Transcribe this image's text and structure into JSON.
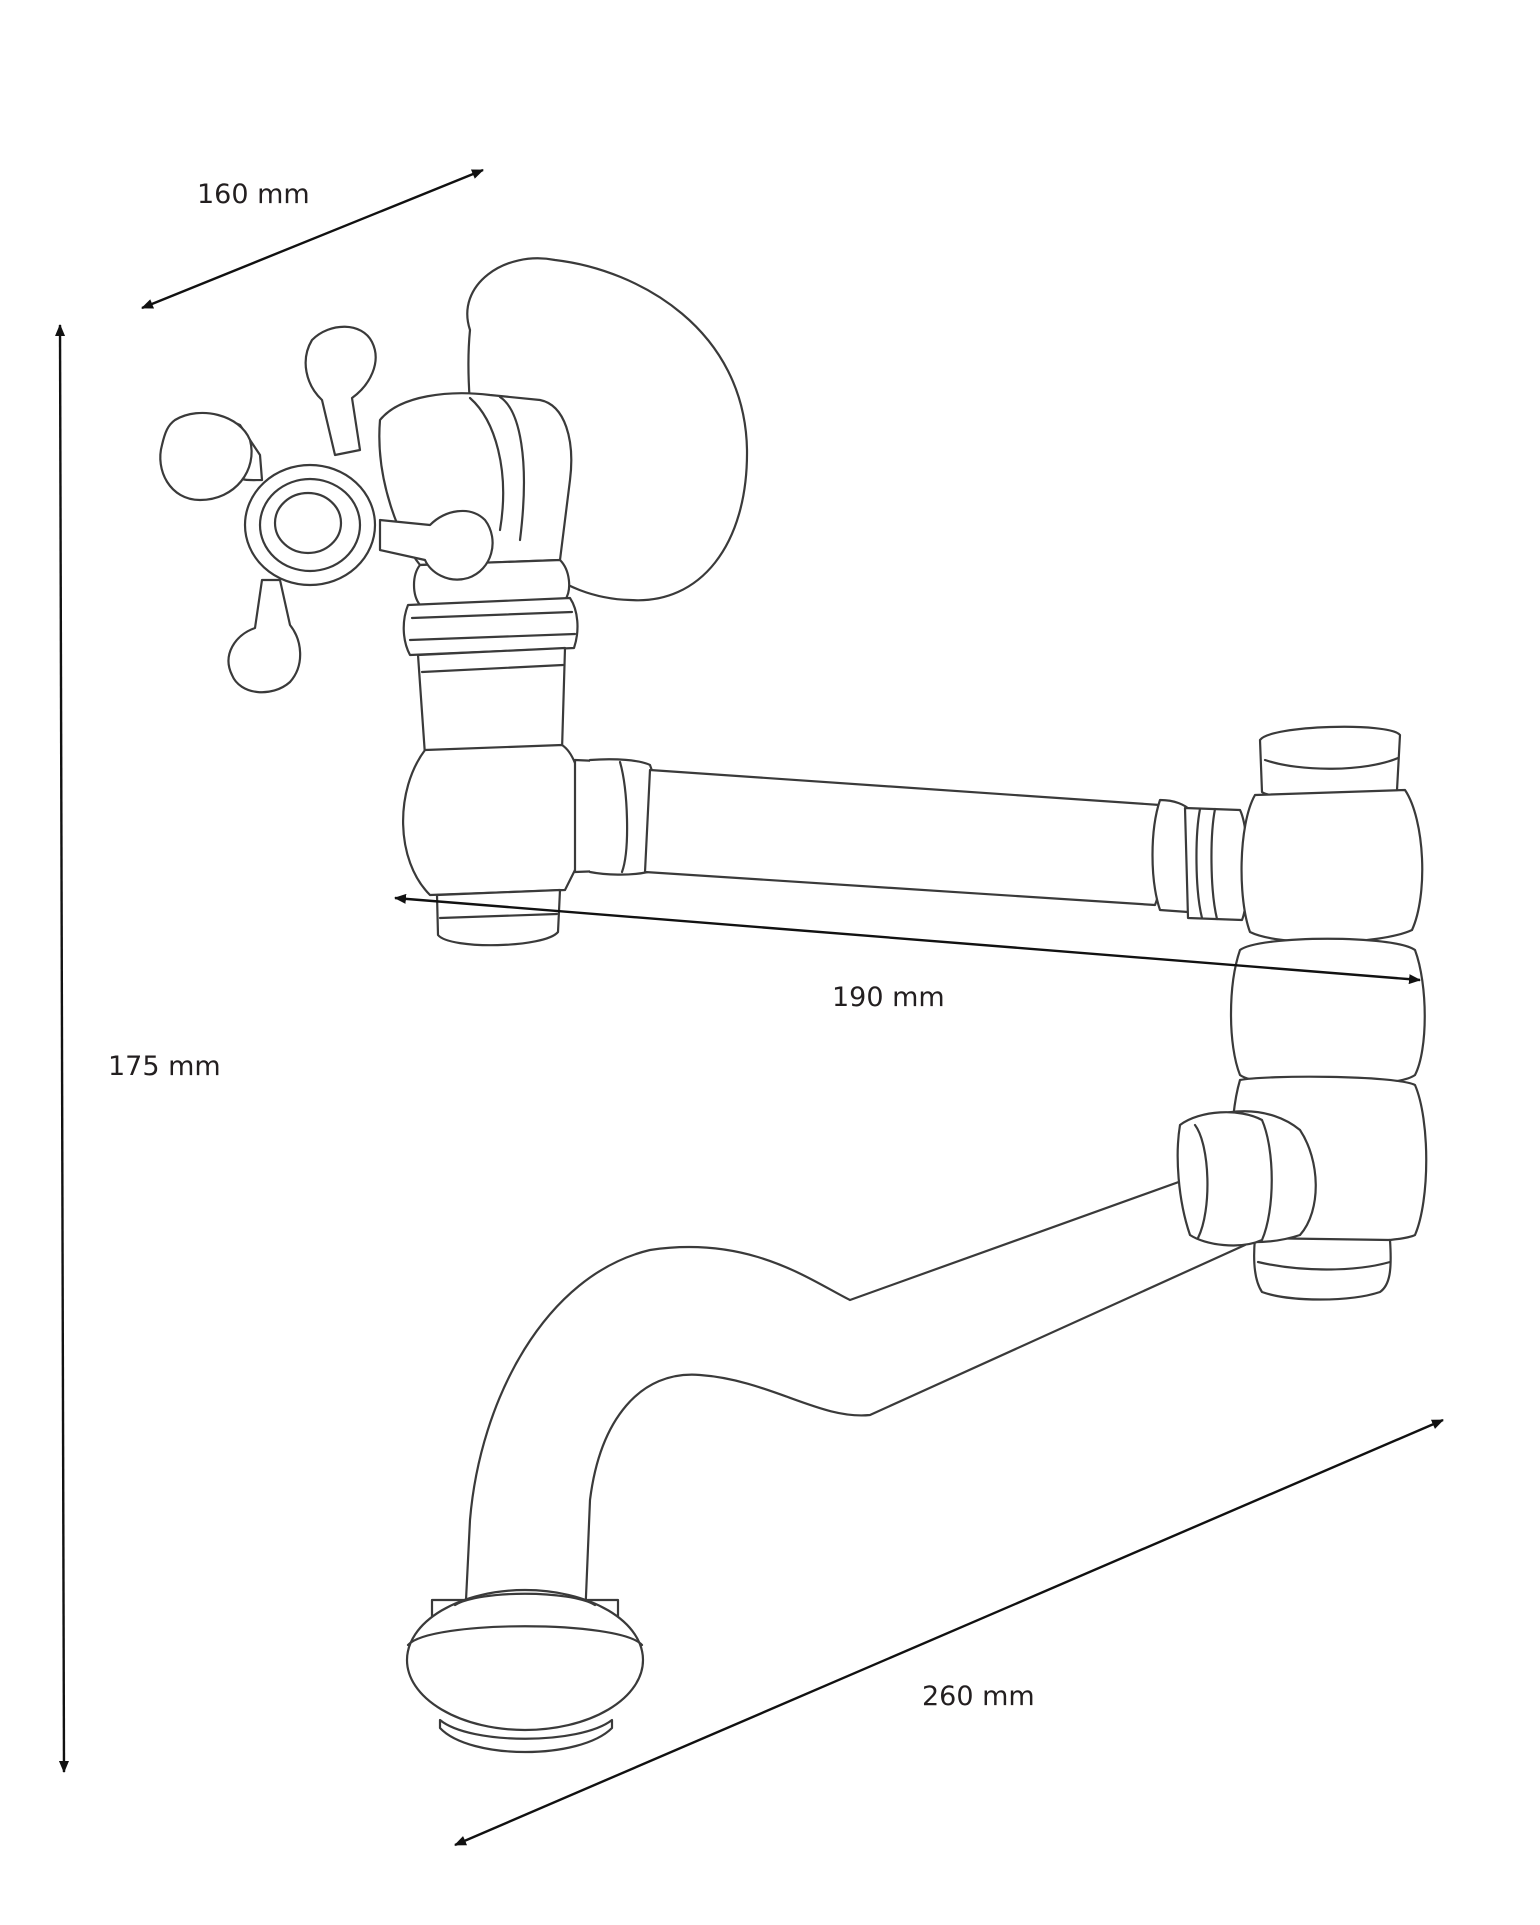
{
  "dimensions": {
    "depth": "160 mm",
    "height": "175 mm",
    "arm_length": "190 mm",
    "spout_length": "260 mm"
  },
  "colors": {
    "line": "#3a3a3a",
    "arrow": "#111111",
    "text": "#231f20",
    "background": "#ffffff"
  }
}
